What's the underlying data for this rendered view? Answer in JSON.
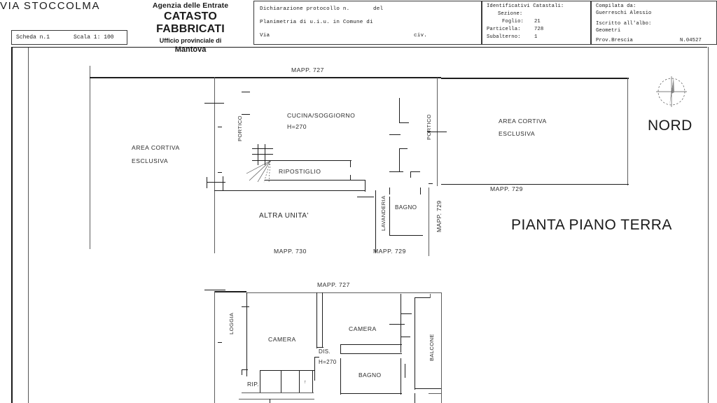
{
  "document": {
    "agency": {
      "line1": "Agenzia delle Entrate",
      "line2": "CATASTO FABBRICATI",
      "line3": "Ufficio provinciale di",
      "line4": "Mantova"
    },
    "scheda": {
      "sheet_label": "Scheda n.1",
      "scale_label": "Scala 1: 100"
    },
    "declaration": {
      "protocol_label": "Dichiarazione protocollo n.",
      "protocol_date_label": "del",
      "planimetry_label": "Planimetria di u.i.u. in Comune di",
      "street_label": "Via",
      "civic_label": "civ.",
      "protocol_value": "",
      "protocol_date_value": "",
      "comune_value": "",
      "street_value": "",
      "civic_value": ""
    },
    "cadastral_ids": {
      "title": "Identificativi Catastali:",
      "sezione_label": "Sezione:",
      "sezione_value": "",
      "foglio_label": "Foglio:",
      "foglio_value": "21",
      "particella_label": "Particella:",
      "particella_value": "728",
      "subalterno_label": "Subalterno:",
      "subalterno_value": "1"
    },
    "compiled_by": {
      "compiled_label": "Compilata da:",
      "compiled_value": "Guerreschi Alessio",
      "register_label": "Iscritto all'albo:",
      "register_value": "Geometri",
      "province_label": "Prov.Brescia",
      "number_label": "N.04527"
    }
  },
  "drawing": {
    "plan_title": "PIANTA PIANO TERRA",
    "north_label": "NORD",
    "north_icon": "compass-rose-icon",
    "street_label": "VIA STOCCOLMA",
    "courtyard_left": {
      "line1": "AREA CORTIVA",
      "line2": "ESCLUSIVA"
    },
    "courtyard_right": {
      "line1": "AREA CORTIVA",
      "line2": "ESCLUSIVA"
    },
    "parcels": {
      "top": "MAPP. 727",
      "right": "MAPP. 729",
      "right_vertical": "MAPP. 729",
      "bottom_left": "MAPP. 730",
      "bottom_right": "MAPP. 729",
      "lower_top": "MAPP. 727"
    },
    "ground_floor_rooms": [
      {
        "name": "PORTICO"
      },
      {
        "name": "CUCINA/SOGGIORNO"
      },
      {
        "name": "H=270"
      },
      {
        "name": "RIPOSTIGLIO"
      },
      {
        "name": "PORTICO"
      },
      {
        "name": "LAVANDERIA"
      },
      {
        "name": "BAGNO"
      },
      {
        "name": "ALTRA UNITA'"
      }
    ],
    "upper_floor_rooms": [
      {
        "name": "LOGGIA"
      },
      {
        "name": "CAMERA"
      },
      {
        "name": "CAMERA"
      },
      {
        "name": "DIS."
      },
      {
        "name": "H=270"
      },
      {
        "name": "RIP."
      },
      {
        "name": "BAGNO"
      },
      {
        "name": "BALCONE"
      }
    ]
  }
}
